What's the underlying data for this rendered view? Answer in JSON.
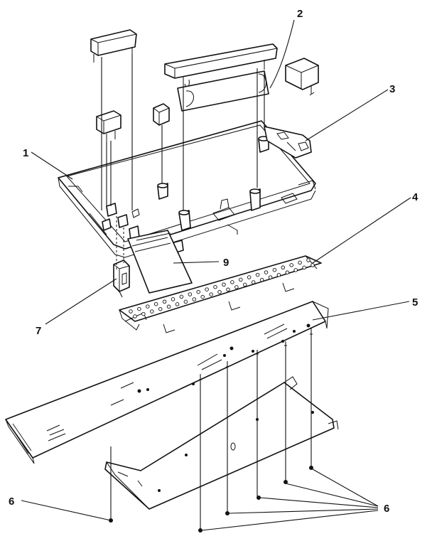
{
  "callouts": {
    "c1": "1",
    "c2": "2",
    "c3": "3",
    "c4": "4",
    "c5": "5",
    "c6a": "6",
    "c6b": "6",
    "c7": "7",
    "c9": "9"
  }
}
